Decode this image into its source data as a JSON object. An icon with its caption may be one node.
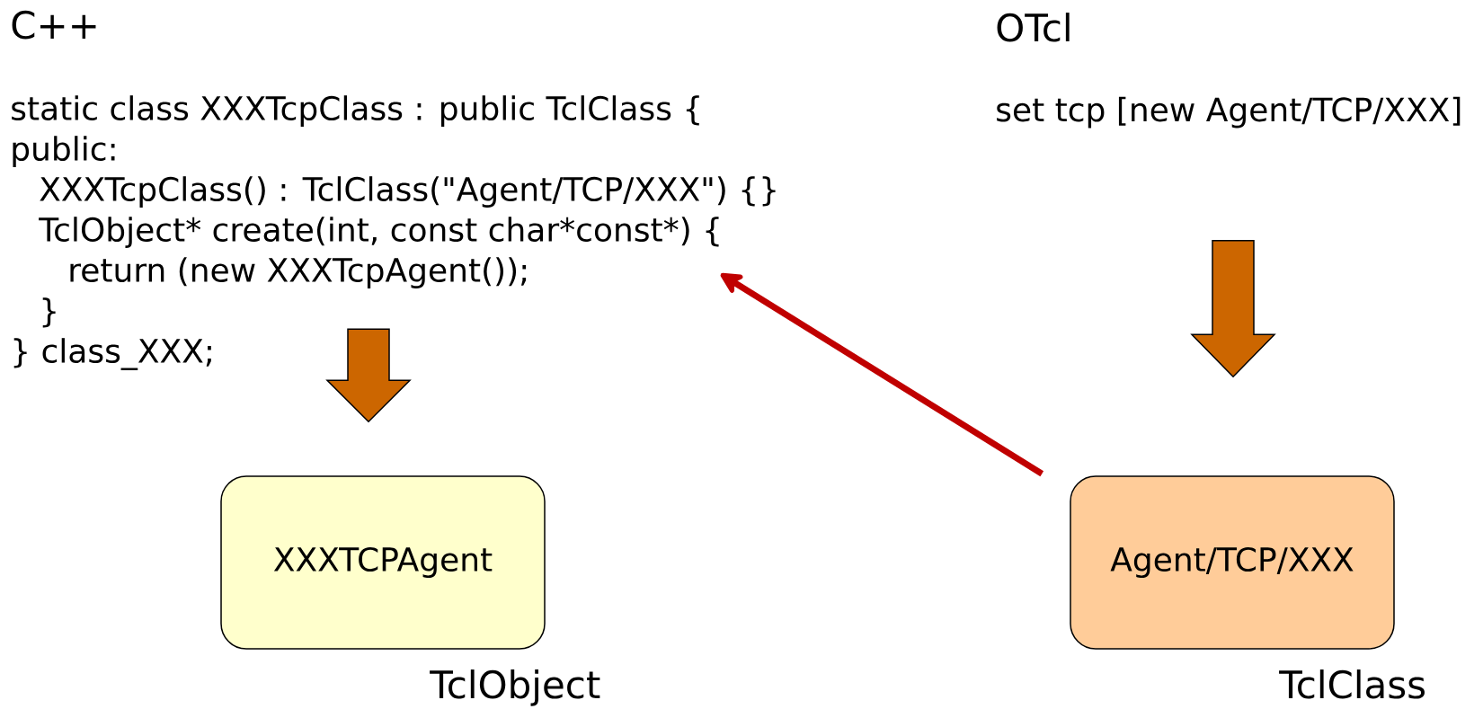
{
  "diagram": {
    "nodes": [
      {
        "text": [
          "static class XXXTcpClass : public TclClass {",
          "public:",
          "XXXTcpClass() : TclClass(\"Agent/TCP/XXX\") {}",
          "TclObject* create(int, const char*const*) {",
          "return (new XXXTcpAgent());",
          "}",
          "} class_XXX;"
        ]
      },
      {
        "text": [
          "set tcp [new Agent/TCP/XXX]"
        ]
      },
      {
        "text": [
          "XXXTCPAgent"
        ],
        "beside": [
          "TclObject"
        ]
      },
      {
        "text": [
          "Agent/TCP/XXX"
        ],
        "beside": [
          "TclClass"
        ]
      }
    ],
    "edges": [
      {
        "from": 0,
        "to": 2,
        "arrow": "to"
      },
      {
        "from": 1,
        "to": 3,
        "arrow": "to"
      },
      {
        "from": 3,
        "to": 0,
        "arrow": "to",
        "color": "#c00000"
      }
    ],
    "labels": [
      "C++",
      "OTcl"
    ]
  }
}
